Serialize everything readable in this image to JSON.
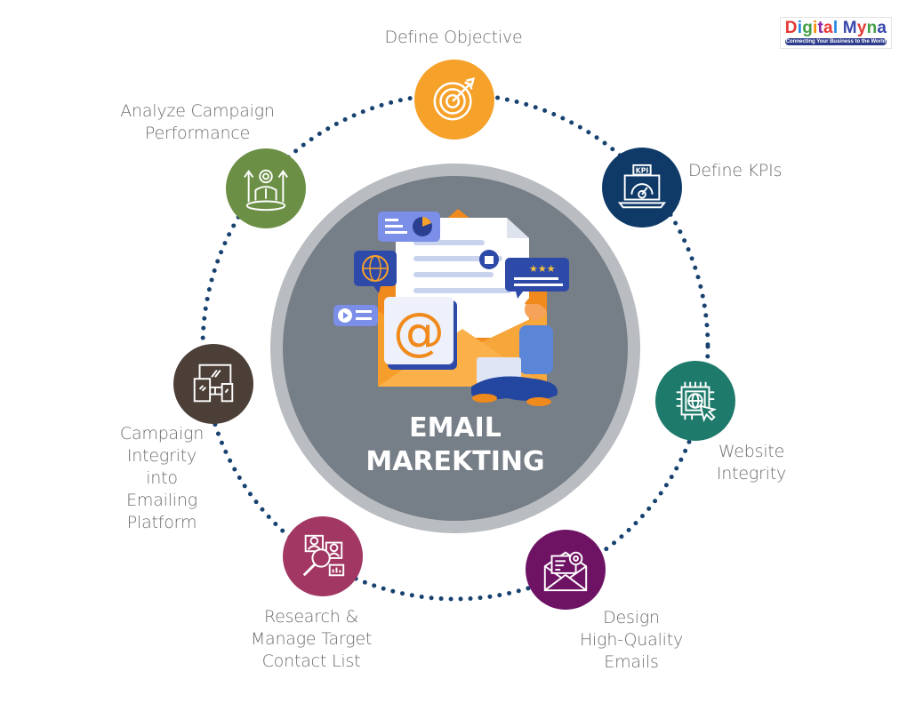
{
  "logo": {
    "brand_word1": "Digital",
    "brand_word2": "Myna",
    "tagline": "Connecting Your Business to the World",
    "colors": {
      "tagline_bg": "#2d3c8c"
    }
  },
  "center": {
    "title_line1": "EMAIL",
    "title_line2": "MAREKTING",
    "illustration": "email-marketing-illustration",
    "colors": {
      "ring": "#b9bcc0",
      "fill": "#767e87",
      "text": "#ffffff"
    }
  },
  "ring": {
    "dot_color": "#17416f",
    "style": "dotted"
  },
  "steps": [
    {
      "id": "define-objective",
      "label": [
        "Define Objective"
      ],
      "icon": "target-icon",
      "color": "#f5a12a"
    },
    {
      "id": "define-kpis",
      "label": [
        "Define KPIs"
      ],
      "icon": "kpi-laptop-icon",
      "color": "#0f3a68"
    },
    {
      "id": "website-integrity",
      "label": [
        "Website",
        "Integrity"
      ],
      "icon": "web-chip-cursor-icon",
      "color": "#1e7a6b"
    },
    {
      "id": "design-emails",
      "label": [
        "Design",
        "High-Quality",
        "Emails"
      ],
      "icon": "open-envelope-icon",
      "color": "#6e1264"
    },
    {
      "id": "research-contacts",
      "label": [
        "Research &",
        "Manage Target",
        "Contact List"
      ],
      "icon": "search-people-icon",
      "color": "#a13762"
    },
    {
      "id": "campaign-integrity",
      "label": [
        "Campaign",
        "Integrity",
        "into",
        "Emailing",
        "Platform"
      ],
      "icon": "devices-icon",
      "color": "#4b3f37"
    },
    {
      "id": "analyze-performance",
      "label": [
        "Analyze Campaign",
        "Performance"
      ],
      "icon": "growth-person-gear-icon",
      "color": "#6b8f45"
    }
  ]
}
